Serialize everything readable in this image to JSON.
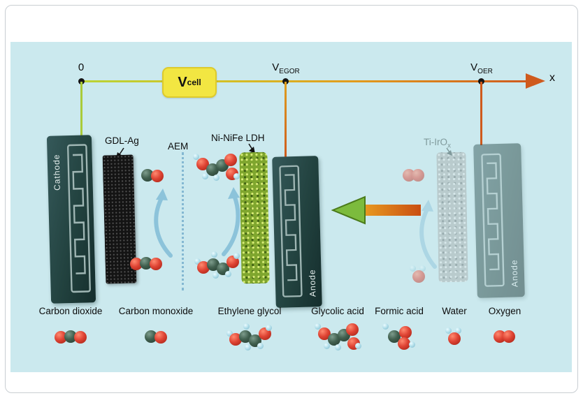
{
  "axis": {
    "zero_label": "0",
    "x_label": "x",
    "v_cell": {
      "base": "V",
      "sub": "cell"
    },
    "v_egor": {
      "base": "V",
      "sub": "EGOR"
    },
    "v_oer": {
      "base": "V",
      "sub": "OER"
    }
  },
  "cell": {
    "cathode_label": "Cathode",
    "gdl_label": "GDL-Ag",
    "aem_label": "AEM",
    "ldh_label": "Ni-NiFe LDH",
    "anode_label": "Anode",
    "ti_irox": {
      "base": "Ti-IrO",
      "sub": "x"
    },
    "anode2_label": "Anode"
  },
  "legend": {
    "items": [
      {
        "name": "Carbon dioxide",
        "icon": "co2-molecule"
      },
      {
        "name": "Carbon monoxide",
        "icon": "co-molecule"
      },
      {
        "name": "Ethylene glycol",
        "icon": "ethylene-glycol-molecule"
      },
      {
        "name": "Glycolic acid",
        "icon": "glycolic-acid-molecule"
      },
      {
        "name": "Formic acid",
        "icon": "formic-acid-molecule"
      },
      {
        "name": "Water",
        "icon": "water-molecule"
      },
      {
        "name": "Oxygen",
        "icon": "oxygen-molecule"
      }
    ]
  },
  "colors": {
    "background": "#cbe9ee",
    "wire_green": "#a9cb3a",
    "wire_orange": "#cf5a1d",
    "vcell_box": "#f2e642",
    "electrode_teal": "#22423f",
    "ldh_green": "#7fa62e",
    "irox_grey": "#a6abab",
    "arrow_blue": "#8cc3da",
    "arrow_green": "#7cbb3d",
    "carbon_atom": "#41604f",
    "oxygen_atom": "#df4434",
    "hydrogen_atom": "#a9d9e6"
  }
}
